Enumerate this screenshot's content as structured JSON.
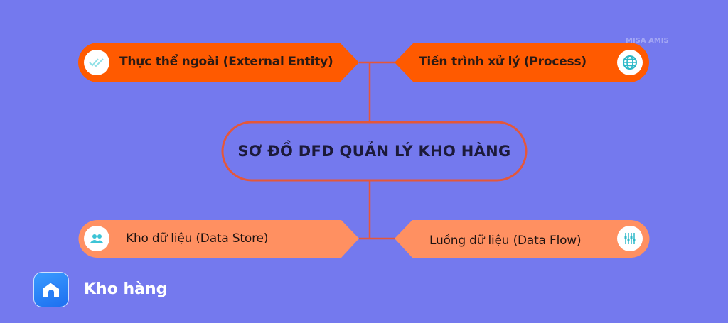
{
  "title": "SƠ ĐỒ DFD QUẢN LÝ KHO HÀNG",
  "nodes": [
    {
      "label": "Thực thể ngoài (External Entity)",
      "icon": "double-check-icon"
    },
    {
      "label": "Tiến trình xử lý (Process)",
      "icon": "globe-icon"
    },
    {
      "label": "Kho dữ liệu (Data Store)",
      "icon": "users-icon"
    },
    {
      "label": "Luồng dữ liệu (Data Flow)",
      "icon": "sliders-icon"
    }
  ],
  "brand": {
    "name": "Kho hàng",
    "icon": "home-icon"
  },
  "watermark": "MISA AMIS",
  "colors": {
    "background": "#7479EE",
    "primary": "#FF5A00",
    "secondary": "#FF9061",
    "line": "#E4573A",
    "icon": "#3CC4D6"
  }
}
